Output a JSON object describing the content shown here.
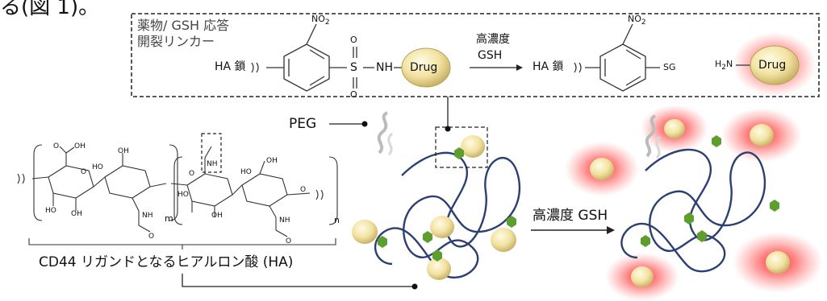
{
  "header_fragment": "る(図 1)。",
  "linker_box": {
    "label_line1": "薬物/ GSH 応答",
    "label_line2": "開裂リンカー",
    "left_chain": "HA 鎖",
    "right_chain": "HA 鎖",
    "nitro": "NO",
    "nitro_sub": "2",
    "s_atom": "S",
    "o_atom": "O",
    "nh": "NH",
    "drug": "Drug",
    "arrow_label_line1": "高濃度",
    "arrow_label_line2": "GSH",
    "sg": "SG",
    "h2n": "H",
    "h2n_sub": "2",
    "h2n_n": "N"
  },
  "polymer": {
    "peg_label": "PEG",
    "structure_atoms": {
      "oh": "OH",
      "o": "O",
      "ho": "HO",
      "nh": "NH",
      "m": "m",
      "n": "n"
    },
    "ha_label": "CD44 リガンドとなるヒアルロン酸 (HA)"
  },
  "reaction": {
    "arrow_label": "高濃度 GSH"
  },
  "colors": {
    "chain": "#2b3f73",
    "drug_fill": "#f2e4a8",
    "glow": "#ff2020",
    "dashed_box": "#222222",
    "green_group": "#5e9e2e"
  }
}
